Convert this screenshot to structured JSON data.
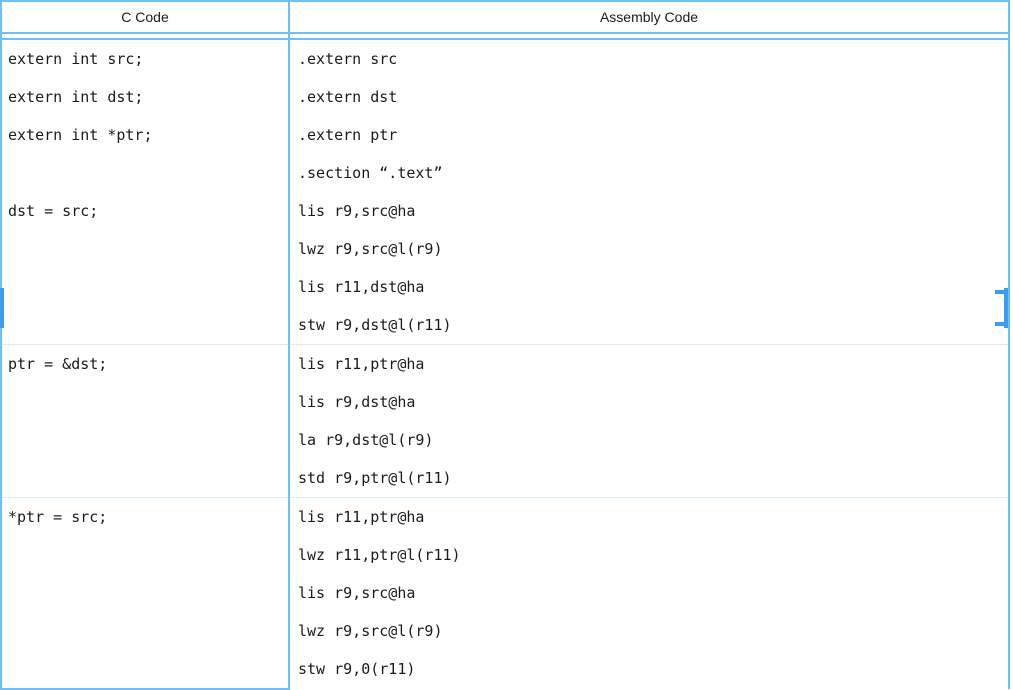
{
  "table": {
    "headers": {
      "c_code": "C Code",
      "assembly_code": "Assembly Code"
    },
    "border_color": "#6cc0f7",
    "handle_color": "#3d9bf0",
    "row_divider_color": "#d8ecfb",
    "groups": [
      {
        "c_lines": [
          "extern int src;",
          "extern int dst;",
          "extern int *ptr;",
          "",
          "dst = src;",
          "",
          "",
          ""
        ],
        "asm_lines": [
          ".extern src",
          ".extern dst",
          ".extern ptr",
          ".section “.text”",
          "lis r9,src@ha",
          "lwz r9,src@l(r9)",
          "lis r11,dst@ha",
          "stw r9,dst@l(r11)"
        ]
      },
      {
        "c_lines": [
          "ptr = &dst;",
          "",
          "",
          ""
        ],
        "asm_lines": [
          "lis r11,ptr@ha",
          "lis r9,dst@ha",
          "la r9,dst@l(r9)",
          "std r9,ptr@l(r11)"
        ]
      },
      {
        "c_lines": [
          "*ptr = src;",
          "",
          "",
          "",
          ""
        ],
        "asm_lines": [
          "lis r11,ptr@ha",
          "lwz r11,ptr@l(r11)",
          "lis r9,src@ha",
          "lwz r9,src@l(r9)",
          "stw r9,0(r11)"
        ]
      }
    ]
  }
}
